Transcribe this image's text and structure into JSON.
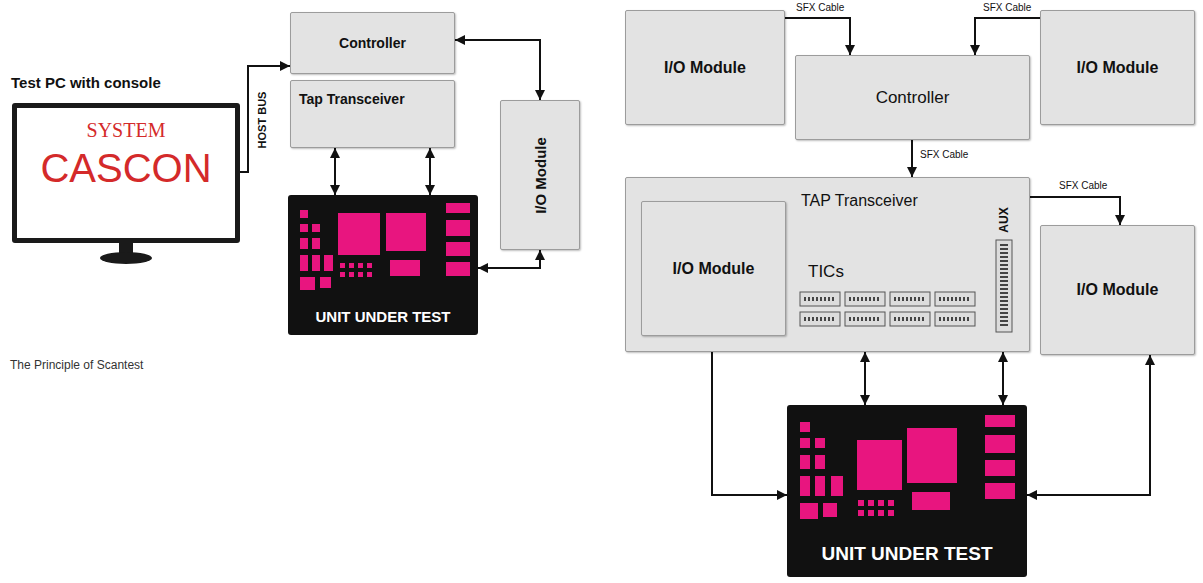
{
  "diagram": {
    "caption": "The Principle of Scantest",
    "nodes": [
      {
        "text": [
          "Test PC with console",
          "SYSTEM",
          "CASCON"
        ]
      },
      {
        "text": [
          "Controller"
        ]
      },
      {
        "text": [
          "Tap Transceiver"
        ]
      },
      {
        "text": [
          "I/O Module"
        ]
      },
      {
        "text": [
          "UNIT UNDER TEST"
        ]
      },
      {
        "text": [
          "I/O Module"
        ]
      },
      {
        "text": [
          "Controller"
        ]
      },
      {
        "text": [
          "I/O Module"
        ]
      },
      {
        "text": [
          "TAP Transceiver"
        ]
      },
      {
        "text": [
          "I/O Module"
        ],
        "in": 8
      },
      {
        "text": [
          "I/O Module"
        ]
      },
      {
        "text": [
          "UNIT UNDER TEST"
        ]
      }
    ],
    "edges": [
      {
        "from": 0,
        "to": 1,
        "label": "HOST BUS",
        "arrow": "to"
      },
      {
        "from": 1,
        "to": 3,
        "arrow": "both"
      },
      {
        "from": 2,
        "to": 4,
        "arrow": "both"
      },
      {
        "from": 2,
        "to": 4,
        "arrow": "both"
      },
      {
        "from": 3,
        "to": 4,
        "arrow": "both"
      },
      {
        "from": 5,
        "to": 6,
        "label": "SFX Cable",
        "arrow": "to"
      },
      {
        "from": 7,
        "to": 6,
        "label": "SFX Cable",
        "arrow": "to"
      },
      {
        "from": 6,
        "to": 8,
        "label": "SFX Cable",
        "arrow": "to"
      },
      {
        "from": 8,
        "to": 10,
        "label": "SFX Cable",
        "arrow": "to"
      },
      {
        "from": 9,
        "to": 11,
        "arrow": "both"
      },
      {
        "from": 8,
        "to": 11,
        "arrow": "both"
      },
      {
        "from": 8,
        "to": 11,
        "arrow": "both"
      },
      {
        "from": 10,
        "to": 11,
        "arrow": "both"
      }
    ],
    "labels": [
      "TICs",
      "AUX"
    ]
  }
}
